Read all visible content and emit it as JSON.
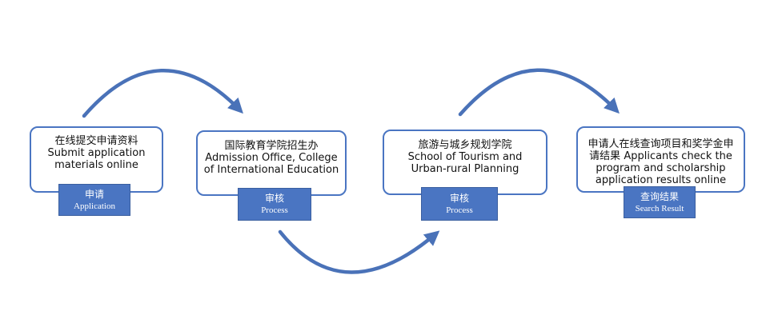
{
  "steps": [
    {
      "box_zh": "在线提交申请资料",
      "box_en": "Submit application materials online",
      "tag_zh": "申请",
      "tag_en": "Application"
    },
    {
      "box_zh": "国际教育学院招生办",
      "box_en": "Admission Office, College of International Education",
      "tag_zh": "审核",
      "tag_en": "Process"
    },
    {
      "box_zh": "旅游与城乡规划学院",
      "box_en": "School of Tourism and Urban-rural Planning",
      "tag_zh": "审核",
      "tag_en": "Process"
    },
    {
      "box_zh": "申请人在线查询项目和奖学金申请结果",
      "box_en": " Applicants check the program and scholarship application results online",
      "tag_zh": "查询结果",
      "tag_en": "Search Result"
    }
  ],
  "colors": {
    "accent": "#4a75c2",
    "arrow": "#4a72b8",
    "text": "#111111",
    "background": "#ffffff"
  }
}
